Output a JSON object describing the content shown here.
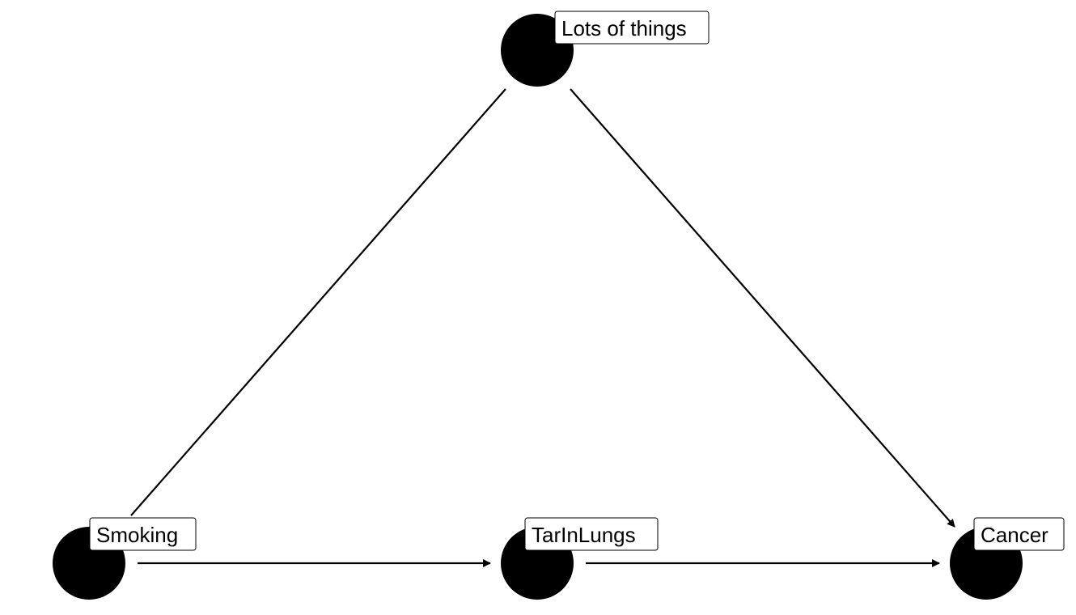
{
  "diagram": {
    "type": "directed-acyclic-graph",
    "node_color": "#000000",
    "edge_color": "#000000",
    "label_background": "#ffffff",
    "nodes": [
      {
        "id": "lots",
        "label": "Lots of things"
      },
      {
        "id": "smoking",
        "label": "Smoking"
      },
      {
        "id": "tar",
        "label": "TarInLungs"
      },
      {
        "id": "cancer",
        "label": "Cancer"
      }
    ],
    "edges": [
      {
        "from": "lots",
        "to": "smoking",
        "arrow": false
      },
      {
        "from": "lots",
        "to": "cancer",
        "arrow": true
      },
      {
        "from": "smoking",
        "to": "tar",
        "arrow": true
      },
      {
        "from": "tar",
        "to": "cancer",
        "arrow": true
      }
    ]
  }
}
